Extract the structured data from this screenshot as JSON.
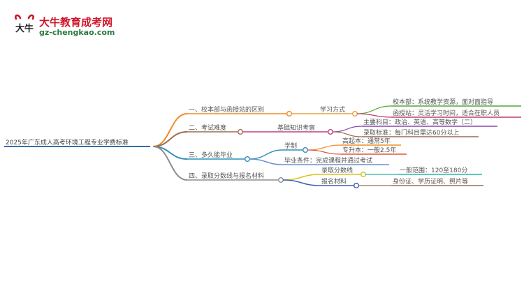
{
  "brand": {
    "logo_mark_text": "大牛",
    "title": "大牛教育成考网",
    "url": "gz-chengkao.com"
  },
  "mindmap": {
    "root": "2025年广东成人高考环境工程专业学费标准",
    "branches": [
      {
        "id": "b1",
        "label": "一、校本部与函授站的区别",
        "color": "#f08a24",
        "children": [
          {
            "id": "b1a",
            "label": "学习方式",
            "color": "#e8a33b",
            "children": [
              {
                "id": "b1a1",
                "label": "校本部：系统教学资源，面对面指导",
                "color": "#55a630"
              },
              {
                "id": "b1a2",
                "label": "函授站：灵活学习时间，适合在职人员",
                "color": "#c13b6b"
              }
            ]
          }
        ]
      },
      {
        "id": "b2",
        "label": "二、考试难度",
        "color": "#9c6b4e",
        "children": [
          {
            "id": "b2a",
            "label": "基础知识考察",
            "color": "#c0407e",
            "children": [
              {
                "id": "b2a1",
                "label": "主要科目：政治、英语、高等数学（二）",
                "color": "#8e44ad"
              },
              {
                "id": "b2a2",
                "label": "录取标准：每门科目需达60分以上",
                "color": "#9c6b4e"
              }
            ]
          }
        ]
      },
      {
        "id": "b3",
        "label": "三、多久能毕业",
        "color": "#2f8fb8",
        "children": [
          {
            "id": "b3a",
            "label": "学制",
            "color": "#2f8fb8",
            "children": [
              {
                "id": "b3a1",
                "label": "高起本：通常5年",
                "color": "#f08a24"
              },
              {
                "id": "b3a2",
                "label": "专升本：一般2.5年",
                "color": "#e0533d"
              }
            ]
          },
          {
            "id": "b3b",
            "label": "毕业条件：完成课程并通过考试",
            "color": "#6a8fd0",
            "children": []
          }
        ]
      },
      {
        "id": "b4",
        "label": "四、录取分数线与报名材料",
        "color": "#8d8d8d",
        "children": [
          {
            "id": "b4a",
            "label": "录取分数线",
            "color": "#d4c21e",
            "children": [
              {
                "id": "b4a1",
                "label": "一般范围：120至180分",
                "color": "#2bb5a8"
              }
            ]
          },
          {
            "id": "b4b",
            "label": "报名材料",
            "color": "#3a5fb0",
            "children": [
              {
                "id": "b4b1",
                "label": "身份证、学历证明、照片等",
                "color": "#9c6b4e"
              }
            ]
          }
        ]
      }
    ]
  }
}
